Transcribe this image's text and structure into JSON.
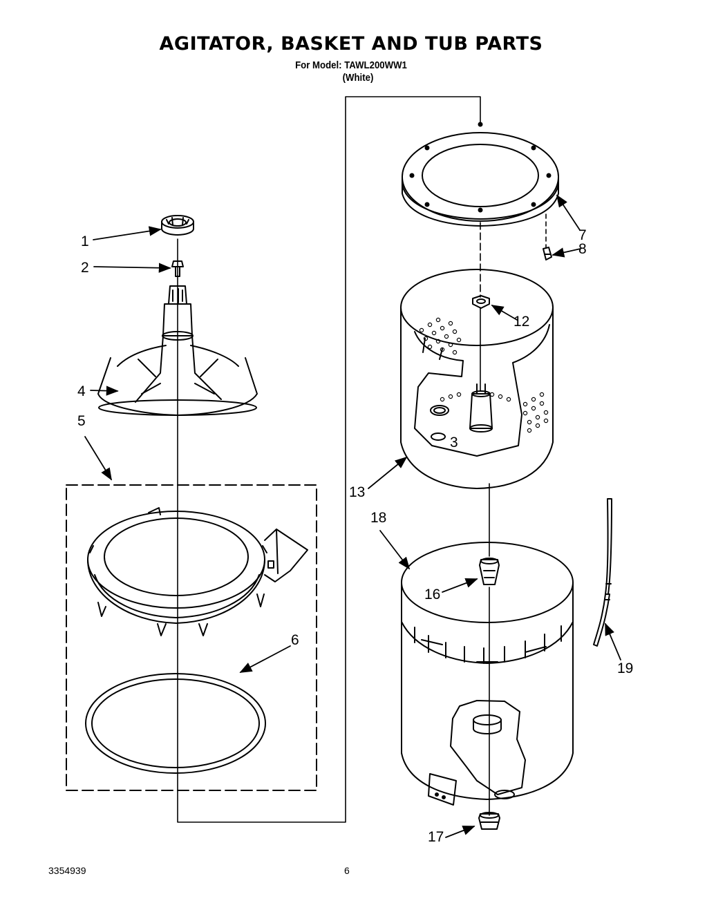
{
  "header": {
    "title": "AGITATOR, BASKET AND TUB PARTS",
    "model_line": "For Model: TAWL200WW1",
    "color_line": "(White)"
  },
  "callouts": [
    "1",
    "2",
    "3",
    "4",
    "5",
    "6",
    "7",
    "8",
    "12",
    "13",
    "16",
    "17",
    "18",
    "19"
  ],
  "footer": {
    "doc_number": "3354939",
    "page_number": "6"
  }
}
